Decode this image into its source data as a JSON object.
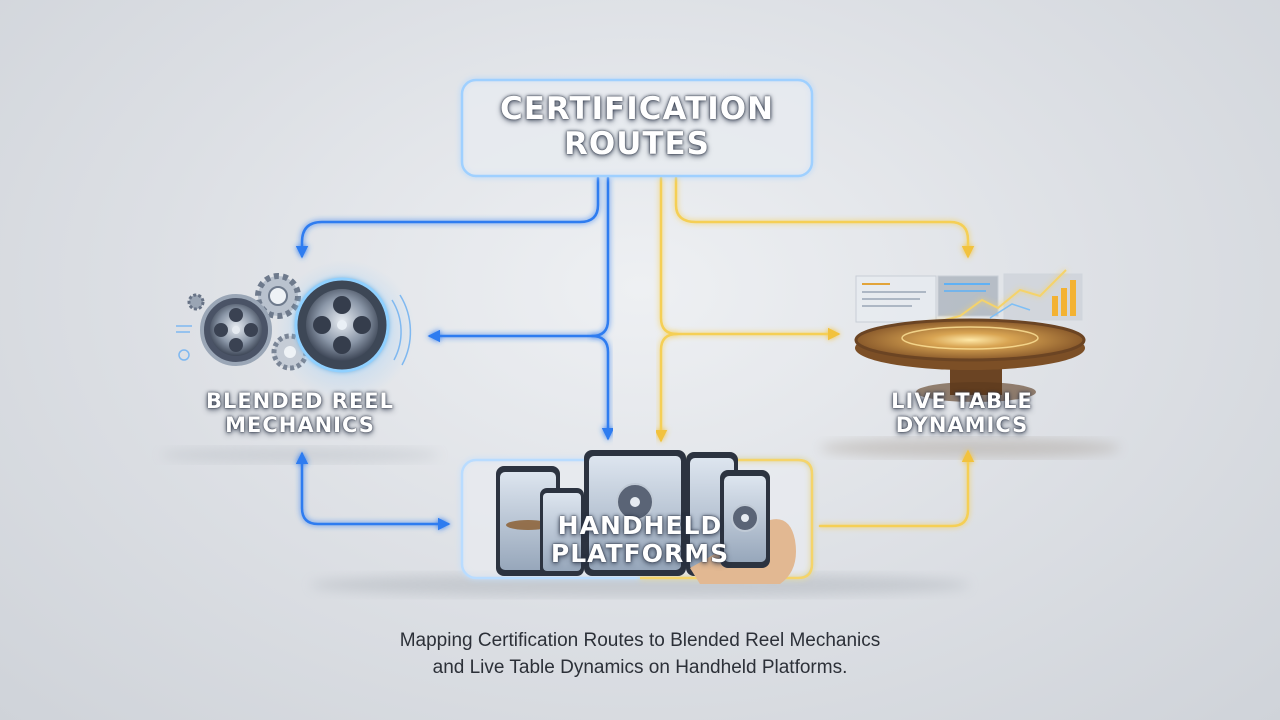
{
  "nodes": {
    "certification_routes": {
      "lines": [
        "CERTIFICATION",
        "ROUTES"
      ]
    },
    "blended_reel_mechanics": {
      "lines": [
        "BLENDED REEL",
        "MECHANICS"
      ]
    },
    "live_table_dynamics": {
      "lines": [
        "LIVE TABLE",
        "DYNAMICS"
      ]
    },
    "handheld_platforms": {
      "lines": [
        "HANDHELD",
        "PLATFORMS"
      ]
    }
  },
  "caption": {
    "line1": "Mapping Certification Routes to Blended Reel Mechanics",
    "line2": "and Live Table Dynamics on Handheld Platforms."
  },
  "colors": {
    "blue_route": "#2f7cf0",
    "gold_route": "#f5cf55",
    "box_glow": "#9fd0ff",
    "table_wood": "#8a5a2b",
    "chart_gold": "#f3b233"
  },
  "icons": [
    "gear-icon",
    "film-reel-icon",
    "poker-table-icon",
    "bar-chart-icon",
    "phone-icon",
    "tablet-icon",
    "hand-icon"
  ]
}
